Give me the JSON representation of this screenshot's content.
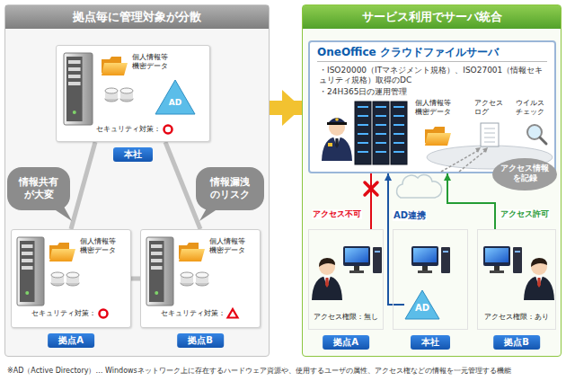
{
  "diagram": {
    "nodes": [
      {
        "text": [
          "拠点毎に管理対象が分散"
        ]
      },
      {
        "text": [
          "個人情報等 機密データ",
          "AD",
          "セキュリティ対策：",
          "本社"
        ],
        "in": 0
      },
      {
        "text": [
          "個人情報等 機密データ",
          "セキュリティ対策：",
          "拠点A"
        ],
        "in": 0
      },
      {
        "text": [
          "個人情報等 機密データ",
          "セキュリティ対策：",
          "拠点B"
        ],
        "in": 0
      },
      {
        "text": [
          "情報共有が大変"
        ],
        "in": 0
      },
      {
        "text": [
          "情報漏洩のリスク"
        ],
        "in": 0
      },
      {
        "text": [
          "サービス利用でサーバ統合"
        ]
      },
      {
        "text": [
          "OneOffice クラウドファイルサーバ",
          "・ISO20000（ITマネジメント規格）、ISO27001（情報セキュリティ規格）取得のDC",
          "・24H365日の運用管理"
        ],
        "in": 6
      },
      {
        "text": [
          "アクセス情報を記録"
        ],
        "in": 6
      },
      {
        "text": [
          "アクセス権限：無し",
          "拠点A"
        ],
        "in": 6
      },
      {
        "text": [
          "本社"
        ],
        "in": 6
      },
      {
        "text": [
          "アクセス権限：あり",
          "拠点B"
        ],
        "in": 6
      },
      {
        "text": [
          "AD"
        ],
        "in": 6
      }
    ],
    "edges": [
      {
        "from": 0,
        "to": 6,
        "arrow": "to"
      },
      {
        "from": 1,
        "to": 2,
        "arrow": "none"
      },
      {
        "from": 1,
        "to": 3,
        "arrow": "none"
      },
      {
        "from": 2,
        "to": 3,
        "arrow": "none"
      },
      {
        "from": 9,
        "to": 7,
        "arrow": "none",
        "label": "アクセス不可"
      },
      {
        "from": 11,
        "to": 7,
        "arrow": "to",
        "label": "アクセス許可"
      },
      {
        "from": 12,
        "to": 7,
        "arrow": "to",
        "label": "AD連携"
      }
    ],
    "labels": [
      "個人情報等 機密データ",
      "アクセス ログ",
      "ウイルス チェック",
      "※AD（Active Directory）… Windowsネットワーク上に存在するハードウェア資源や、使用するユーザの属性、アクセス権などの情報を一元管理する機能"
    ]
  }
}
